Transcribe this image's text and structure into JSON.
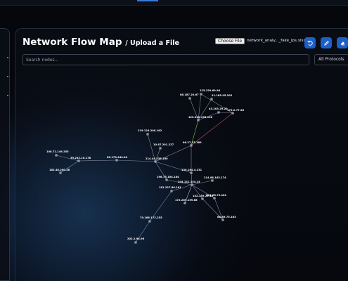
{
  "header": {
    "title": "Network Flow Map",
    "subtitle": "/ Upload a File",
    "file_button_label": "Choose File",
    "file_name": "network_analy..._fake_ips.xlsx"
  },
  "actions": [
    {
      "name": "reset-icon"
    },
    {
      "name": "pen-icon"
    },
    {
      "name": "eraser-icon"
    }
  ],
  "search": {
    "placeholder": "Search nodes..."
  },
  "filter": {
    "selected": "All Protocols"
  },
  "colors": {
    "accent": "#1e5fc7",
    "edge": "#8b97ad",
    "edge_green": "#8fd14f",
    "edge_red": "#d0566b",
    "node": "#8e98a8"
  },
  "graph": {
    "nodes": [
      {
        "id": "n1",
        "label": "125.229.69.96"
      },
      {
        "id": "n2",
        "label": "86.187.20.67"
      },
      {
        "id": "n3",
        "label": "21.185.95.205"
      },
      {
        "id": "n4",
        "label": "45.203.29.29"
      },
      {
        "id": "n5",
        "label": "179.0.77.63"
      },
      {
        "id": "n6",
        "label": "125.242.198.106"
      },
      {
        "id": "n7",
        "label": "219.124.200.162"
      },
      {
        "id": "n8",
        "label": "86.27.13.189"
      },
      {
        "id": "n9",
        "label": "10.87.201.227"
      },
      {
        "id": "n10",
        "label": "108.71.149.255"
      },
      {
        "id": "n11",
        "label": "39.232.10.178"
      },
      {
        "id": "n12",
        "label": "60.174.244.40"
      },
      {
        "id": "n13",
        "label": "214.44.238.160"
      },
      {
        "id": "n14",
        "label": "182.48.200.28"
      },
      {
        "id": "n15",
        "label": "130.164.4.231"
      },
      {
        "id": "n16",
        "label": "196.75.104.184"
      },
      {
        "id": "n17",
        "label": "214.68.165.174"
      },
      {
        "id": "n18",
        "label": "204.141.154.24"
      },
      {
        "id": "n19",
        "label": "181.227.66.161"
      },
      {
        "id": "n20",
        "label": "172.269.159.68"
      },
      {
        "id": "n21",
        "label": "142.159.21.43"
      },
      {
        "id": "n22",
        "label": "221.26.72.181"
      },
      {
        "id": "n23",
        "label": "79.166.172.255"
      },
      {
        "id": "n24",
        "label": "68.89.75.163"
      },
      {
        "id": "n25",
        "label": "202.2.94.96"
      }
    ],
    "edges": [
      {
        "from": "n1",
        "to": "n6"
      },
      {
        "from": "n2",
        "to": "n6"
      },
      {
        "from": "n3",
        "to": "n6"
      },
      {
        "from": "n4",
        "to": "n6"
      },
      {
        "from": "n5",
        "to": "n4"
      },
      {
        "from": "n5",
        "to": "n8",
        "color": "red"
      },
      {
        "from": "n6",
        "to": "n8",
        "color": "green"
      },
      {
        "from": "n1",
        "to": "n5"
      },
      {
        "from": "n7",
        "to": "n13"
      },
      {
        "from": "n9",
        "to": "n13"
      },
      {
        "from": "n8",
        "to": "n13"
      },
      {
        "from": "n10",
        "to": "n11"
      },
      {
        "from": "n14",
        "to": "n11"
      },
      {
        "from": "n11",
        "to": "n12"
      },
      {
        "from": "n12",
        "to": "n13"
      },
      {
        "from": "n13",
        "to": "n15"
      },
      {
        "from": "n8",
        "to": "n15"
      },
      {
        "from": "n13",
        "to": "n16"
      },
      {
        "from": "n15",
        "to": "n18"
      },
      {
        "from": "n16",
        "to": "n18"
      },
      {
        "from": "n17",
        "to": "n18"
      },
      {
        "from": "n18",
        "to": "n19"
      },
      {
        "from": "n18",
        "to": "n20"
      },
      {
        "from": "n18",
        "to": "n21"
      },
      {
        "from": "n18",
        "to": "n22"
      },
      {
        "from": "n19",
        "to": "n23"
      },
      {
        "from": "n22",
        "to": "n24"
      },
      {
        "from": "n21",
        "to": "n24"
      },
      {
        "from": "n23",
        "to": "n25"
      },
      {
        "from": "n20",
        "to": "n18"
      }
    ]
  }
}
